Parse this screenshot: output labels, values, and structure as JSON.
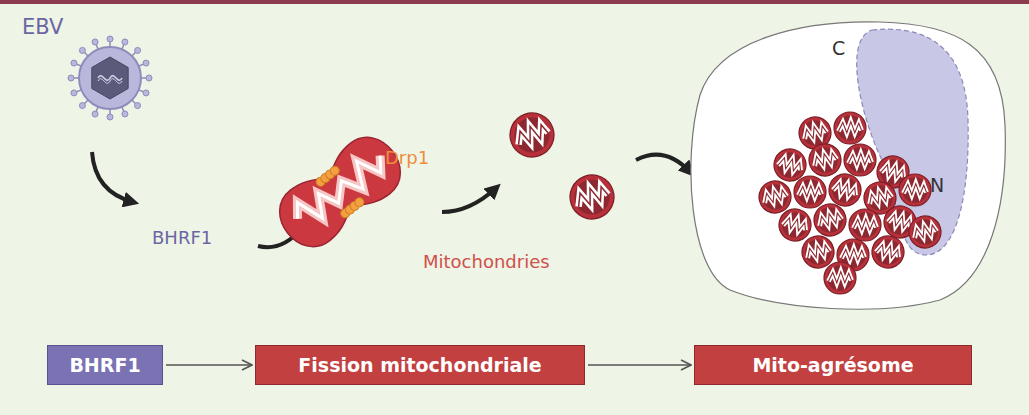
{
  "diagram": {
    "nodes": [
      {
        "text": [
          "BHRF1"
        ]
      },
      {
        "text": [
          "Fission mitochondriale"
        ]
      },
      {
        "text": [
          "Mito-agrésome"
        ]
      }
    ],
    "edges": [
      {
        "from": 0,
        "to": 1,
        "arrow": "to"
      },
      {
        "from": 1,
        "to": 2,
        "arrow": "to"
      }
    ],
    "labels": [
      "EBV",
      "BHRF1",
      "Drp1",
      "Mitochondries",
      "C",
      "N"
    ]
  }
}
